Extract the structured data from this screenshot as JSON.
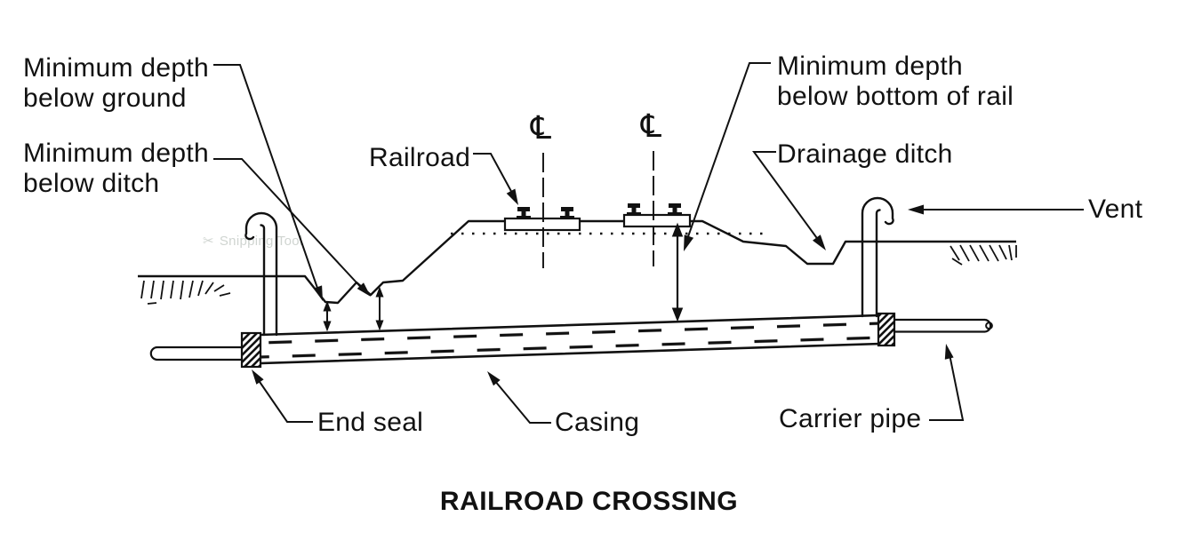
{
  "figure": {
    "title": "RAILROAD CROSSING",
    "centerline_symbol": "℄",
    "labels": {
      "min_depth_ground_line1": "Minimum depth",
      "min_depth_ground_line2": "below ground",
      "min_depth_ditch_line1": "Minimum depth",
      "min_depth_ditch_line2": "below ditch",
      "railroad": "Railroad",
      "min_depth_rail_line1": "Minimum depth",
      "min_depth_rail_line2": "below bottom of rail",
      "drainage_ditch": "Drainage ditch",
      "vent": "Vent",
      "end_seal": "End seal",
      "casing": "Casing",
      "carrier_pipe": "Carrier pipe"
    },
    "watermark": "Snipping Tool",
    "colors": {
      "ink": "#111111",
      "background": "#ffffff"
    }
  }
}
